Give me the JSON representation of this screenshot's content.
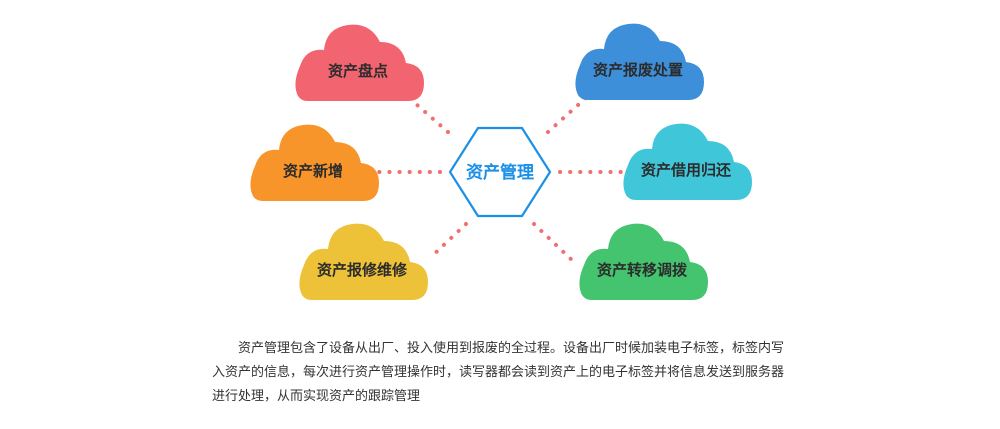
{
  "diagram": {
    "center": {
      "label": "资产管理",
      "color": "#1a90e6"
    },
    "connector_color": "#f07070",
    "nodes": [
      {
        "label": "资产盘点",
        "color": "#f26570"
      },
      {
        "label": "资产新增",
        "color": "#f7952a"
      },
      {
        "label": "资产报修维修",
        "color": "#edc138"
      },
      {
        "label": "资产报废处置",
        "color": "#3d8fd9"
      },
      {
        "label": "资产借用归还",
        "color": "#3fc6d9"
      },
      {
        "label": "资产转移调拨",
        "color": "#44c46e"
      }
    ]
  },
  "description": "资产管理包含了设备从出厂、投入使用到报废的全过程。设备出厂时候加装电子标签，标签内写入资产的信息，每次进行资产管理操作时，读写器都会读到资产上的电子标签并将信息发送到服务器进行处理，从而实现资产的跟踪管理"
}
